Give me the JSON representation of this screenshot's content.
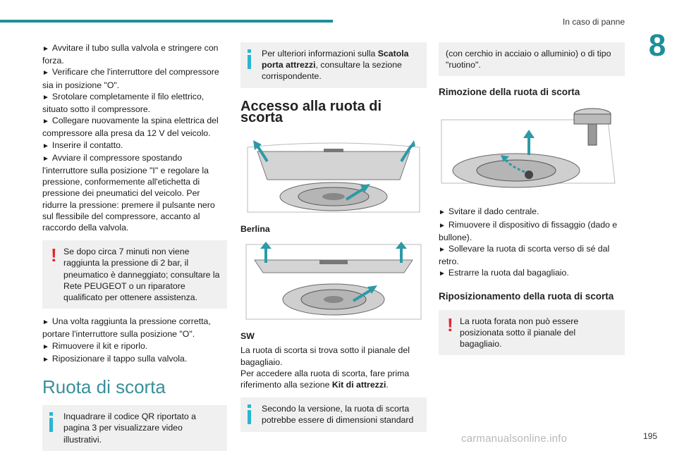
{
  "header": {
    "section": "In caso di panne",
    "chapter": "8"
  },
  "col1": {
    "steps_a": [
      "Avvitare il tubo sulla valvola e stringere con forza.",
      "Verificare che l'interruttore del compressore sia in posizione \"O\".",
      "Srotolare completamente il filo elettrico, situato sotto il compressore.",
      "Collegare nuovamente la spina elettrica del compressore alla presa da 12 V del veicolo.",
      "Inserire il contatto.",
      "Avviare il compressore spostando l'interruttore sulla posizione \"I\" e regolare la pressione, conformemente all'etichetta di pressione dei pneumatici del veicolo. Per ridurre la pressione: premere il pulsante nero sul flessibile del compressore, accanto al raccordo della valvola."
    ],
    "warning": "Se dopo circa 7 minuti non viene raggiunta la pressione di 2 bar, il pneumatico è danneggiato; consultare la Rete PEUGEOT o un riparatore qualificato per ottenere assistenza.",
    "steps_b": [
      "Una volta raggiunta la pressione corretta, portare l'interruttore sulla posizione \"O\".",
      "Rimuovere il kit e riporlo.",
      "Riposizionare il tappo sulla valvola."
    ],
    "heading": "Ruota di scorta",
    "info": "Inquadrare il codice QR riportato a pagina 3 per visualizzare video illustrativi."
  },
  "col2": {
    "info_pre": "Per ulteriori informazioni sulla ",
    "info_bold": "Scatola porta attrezzi",
    "info_post": ", consultare la sezione corrispondente.",
    "heading": "Accesso alla ruota di scorta",
    "fig1_label": "Berlina",
    "fig2_label": "SW",
    "para1": "La ruota di scorta si trova sotto il pianale del bagagliaio.",
    "para2_pre": "Per accedere alla ruota di scorta, fare prima riferimento alla sezione ",
    "para2_bold": "Kit di attrezzi",
    "para2_post": ".",
    "info2": "Secondo la versione, la ruota di scorta potrebbe essere di dimensioni standard"
  },
  "col3": {
    "info_cont": "(con cerchio in acciaio o alluminio) o di tipo \"ruotino\".",
    "heading1": "Rimozione della ruota di scorta",
    "steps": [
      "Svitare il dado centrale.",
      "Rimuovere il dispositivo di fissaggio (dado e bullone).",
      "Sollevare la ruota di scorta verso di sé dal retro.",
      "Estrarre la ruota dal bagagliaio."
    ],
    "heading2": "Riposizionamento della ruota di scorta",
    "warning": "La ruota forata non può essere posizionata sotto il pianale del bagagliaio."
  },
  "footer": {
    "page": "195",
    "watermark": "carmanualsonline.info"
  },
  "colors": {
    "accent": "#1d8f9b",
    "info": "#29b6d2",
    "warning": "#e2262f",
    "box": "#f0f0f0"
  }
}
